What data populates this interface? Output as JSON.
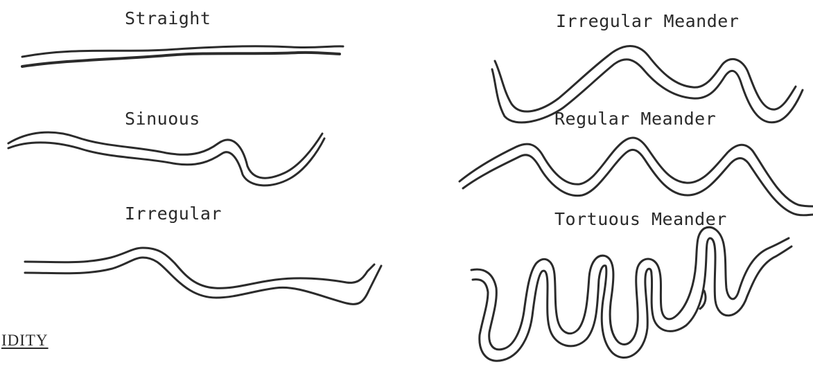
{
  "diagram": {
    "patterns": [
      {
        "id": "straight",
        "label": "Straight"
      },
      {
        "id": "sinuous",
        "label": "Sinuous"
      },
      {
        "id": "irregular",
        "label": "Irregular"
      },
      {
        "id": "irregular-meander",
        "label": "Irregular Meander"
      },
      {
        "id": "regular-meander",
        "label": "Regular Meander"
      },
      {
        "id": "tortuous-meander",
        "label": "Tortuous Meander"
      }
    ],
    "fragment_text": "IDITY",
    "line_color": "#2b2b2b",
    "background": "#ffffff"
  }
}
